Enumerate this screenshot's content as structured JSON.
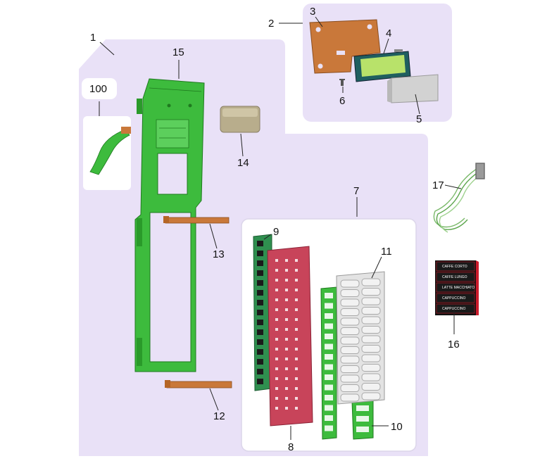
{
  "callouts": {
    "c1": "1",
    "c2": "2",
    "c3": "3",
    "c4": "4",
    "c5": "5",
    "c6": "6",
    "c7": "7",
    "c8": "8",
    "c9": "9",
    "c10": "10",
    "c11": "11",
    "c12": "12",
    "c13": "13",
    "c14": "14",
    "c15": "15",
    "c16": "16",
    "c17": "17",
    "c100": "100"
  },
  "button_labels": [
    "CAFFE CORTO",
    "CAFFE LUNGO",
    "LATTE MACCHIATO",
    "CAPPUCCINO",
    "CAPPUCCINO"
  ],
  "colors": {
    "background": "#ffffff",
    "panel": "#e9e1f7",
    "chassis_green": "#3dbb3d",
    "circuit_green": "#2f8f4f",
    "red_plate": "#c8445a",
    "bracket_orange": "#c9783a",
    "grey_button": "#d9d9d9",
    "beige_block": "#b8ad8c",
    "lcd_screen": "#b8e26a",
    "sticker_black": "#111111",
    "sticker_red": "#cc1c2c"
  }
}
